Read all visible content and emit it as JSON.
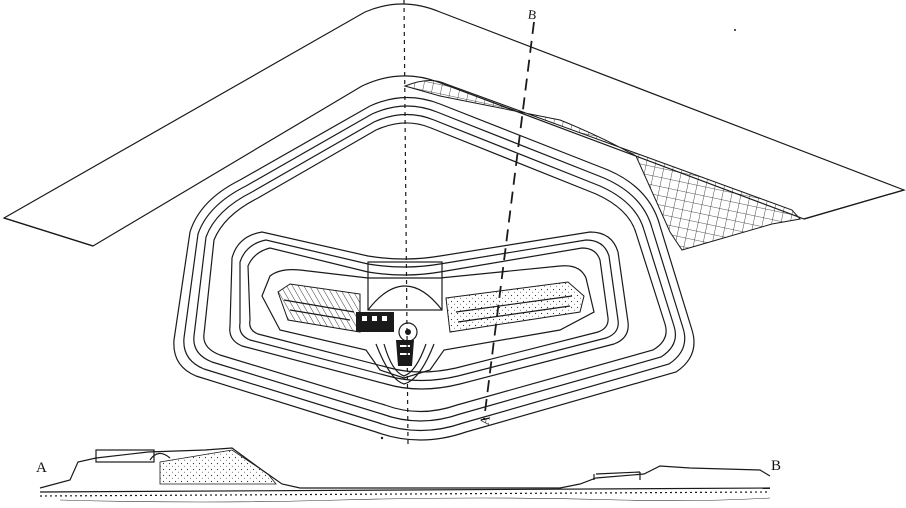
{
  "figure": {
    "labels": {
      "section_start": "A",
      "section_end": "B",
      "plan_line_end_top": "B",
      "plan_line_end_bottom": "A"
    },
    "colors": {
      "ink": "#1a1a1a",
      "paper": "#ffffff",
      "fill_dark": "#1a1a1a"
    }
  }
}
